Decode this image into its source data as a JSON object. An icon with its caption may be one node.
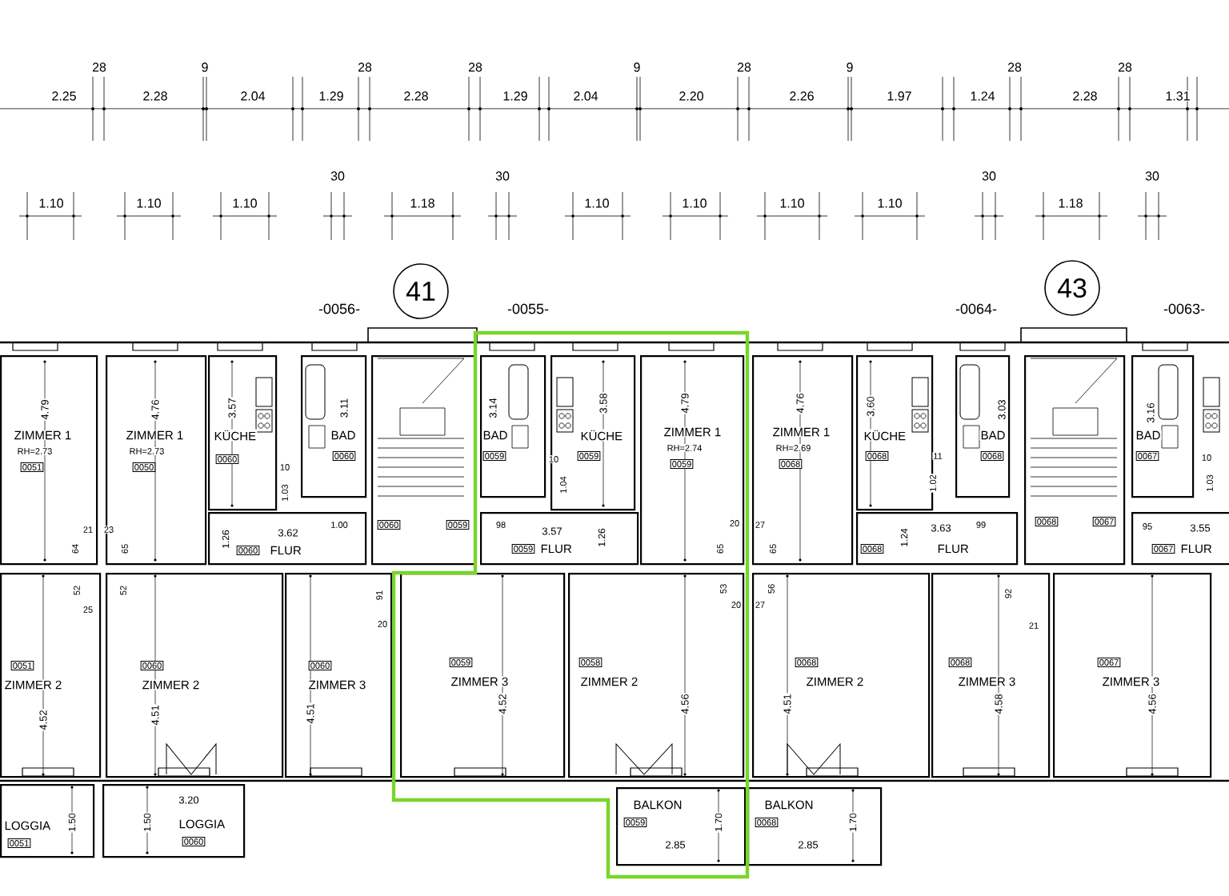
{
  "diagram": {
    "nodes": [
      {
        "text": [
          "41"
        ]
      },
      {
        "text": [
          "43"
        ]
      },
      {
        "text": [
          "ZIMMER 1",
          "RH=2.73"
        ]
      },
      {
        "text": [
          "0051"
        ],
        "in": 2
      },
      {
        "text": [
          "ZIMMER 1",
          "RH=2.73"
        ]
      },
      {
        "text": [
          "0050"
        ],
        "in": 4
      },
      {
        "text": [
          "KÜCHE"
        ]
      },
      {
        "text": [
          "0060"
        ],
        "in": 6
      },
      {
        "text": [
          "BAD"
        ]
      },
      {
        "text": [
          "0060"
        ],
        "in": 8
      },
      {
        "text": [],
        "shape": "box"
      },
      {
        "text": [
          "0060"
        ],
        "in": 10
      },
      {
        "text": [
          "0059"
        ],
        "in": 10
      },
      {
        "text": [
          "BAD"
        ]
      },
      {
        "text": [
          "0059"
        ],
        "in": 13
      },
      {
        "text": [
          "KÜCHE"
        ]
      },
      {
        "text": [
          "0059"
        ],
        "in": 15
      },
      {
        "text": [
          "ZIMMER 1",
          "RH=2.74"
        ]
      },
      {
        "text": [
          "0059"
        ],
        "in": 17
      },
      {
        "text": [
          "ZIMMER 1",
          "RH=2.69"
        ]
      },
      {
        "text": [
          "0068"
        ],
        "in": 19
      },
      {
        "text": [
          "KÜCHE"
        ]
      },
      {
        "text": [
          "0068"
        ],
        "in": 21
      },
      {
        "text": [
          "BAD"
        ]
      },
      {
        "text": [
          "0068"
        ],
        "in": 23
      },
      {
        "text": [],
        "shape": "box"
      },
      {
        "text": [
          "0068"
        ],
        "in": 25
      },
      {
        "text": [
          "0067"
        ],
        "in": 25
      },
      {
        "text": [
          "BAD"
        ]
      },
      {
        "text": [
          "0067"
        ],
        "in": 28
      },
      {
        "text": [
          "FLUR"
        ]
      },
      {
        "text": [
          "0060"
        ],
        "in": 30
      },
      {
        "text": [
          "FLUR"
        ]
      },
      {
        "text": [
          "0059"
        ],
        "in": 32
      },
      {
        "text": [
          "FLUR"
        ]
      },
      {
        "text": [
          "0068"
        ],
        "in": 34
      },
      {
        "text": [
          "FLUR"
        ]
      },
      {
        "text": [
          "0067"
        ],
        "in": 36
      },
      {
        "text": [
          "ZIMMER 2"
        ]
      },
      {
        "text": [
          "0051"
        ],
        "in": 38
      },
      {
        "text": [
          "ZIMMER 2"
        ]
      },
      {
        "text": [
          "0060"
        ],
        "in": 40
      },
      {
        "text": [
          "ZIMMER 3"
        ]
      },
      {
        "text": [
          "0060"
        ],
        "in": 42
      },
      {
        "text": [
          "ZIMMER 3"
        ]
      },
      {
        "text": [
          "0059"
        ],
        "in": 44
      },
      {
        "text": [
          "ZIMMER 2"
        ]
      },
      {
        "text": [
          "0058"
        ],
        "in": 46
      },
      {
        "text": [
          "ZIMMER 2"
        ]
      },
      {
        "text": [
          "0068"
        ],
        "in": 48
      },
      {
        "text": [
          "ZIMMER 3"
        ]
      },
      {
        "text": [
          "0068"
        ],
        "in": 50
      },
      {
        "text": [
          "ZIMMER 3"
        ]
      },
      {
        "text": [
          "0067"
        ],
        "in": 52
      },
      {
        "text": [
          "LOGGIA"
        ]
      },
      {
        "text": [
          "0051"
        ],
        "in": 54
      },
      {
        "text": [
          "LOGGIA"
        ]
      },
      {
        "text": [
          "0060"
        ],
        "in": 56
      },
      {
        "text": [
          "BALKON"
        ]
      },
      {
        "text": [
          "0059"
        ],
        "in": 58
      },
      {
        "text": [
          "BALKON"
        ]
      },
      {
        "text": [
          "0068"
        ],
        "in": 60
      }
    ],
    "labels": [
      "2.25",
      "28",
      "2.28",
      "9",
      "2.04",
      "1.29",
      "28",
      "2.28",
      "28",
      "1.29",
      "2.04",
      "9",
      "2.20",
      "28",
      "2.26",
      "9",
      "1.97",
      "1.24",
      "28",
      "2.28",
      "28",
      "1.31",
      "30",
      "30",
      "30",
      "30",
      "1.10",
      "1.10",
      "1.10",
      "1.18",
      "1.10",
      "1.10",
      "1.10",
      "1.10",
      "1.18",
      "-0056-",
      "-0055-",
      "-0064-",
      "-0063-",
      "4.79",
      "4.76",
      "3.57",
      "3.11",
      "10",
      "1.03",
      "3.62",
      "1.00",
      "1.26",
      "64",
      "21",
      "23",
      "65",
      "3.14",
      "3.58",
      "10",
      "1.04",
      "98",
      "3.57",
      "1.26",
      "4.79",
      "20",
      "65",
      "27",
      "65",
      "4.76",
      "3.60",
      "11",
      "1.02",
      "3.03",
      "3.63",
      "99",
      "1.24",
      "3.16",
      "10",
      "1.03",
      "95",
      "3.55",
      "52",
      "25",
      "52",
      "91",
      "20",
      "53",
      "20",
      "27",
      "56",
      "92",
      "21",
      "4.52",
      "4.51",
      "4.51",
      "4.52",
      "4.56",
      "4.51",
      "4.58",
      "4.56",
      "1.50",
      "1.50",
      "3.20",
      "2.85",
      "1.70",
      "2.85",
      "1.70"
    ]
  }
}
